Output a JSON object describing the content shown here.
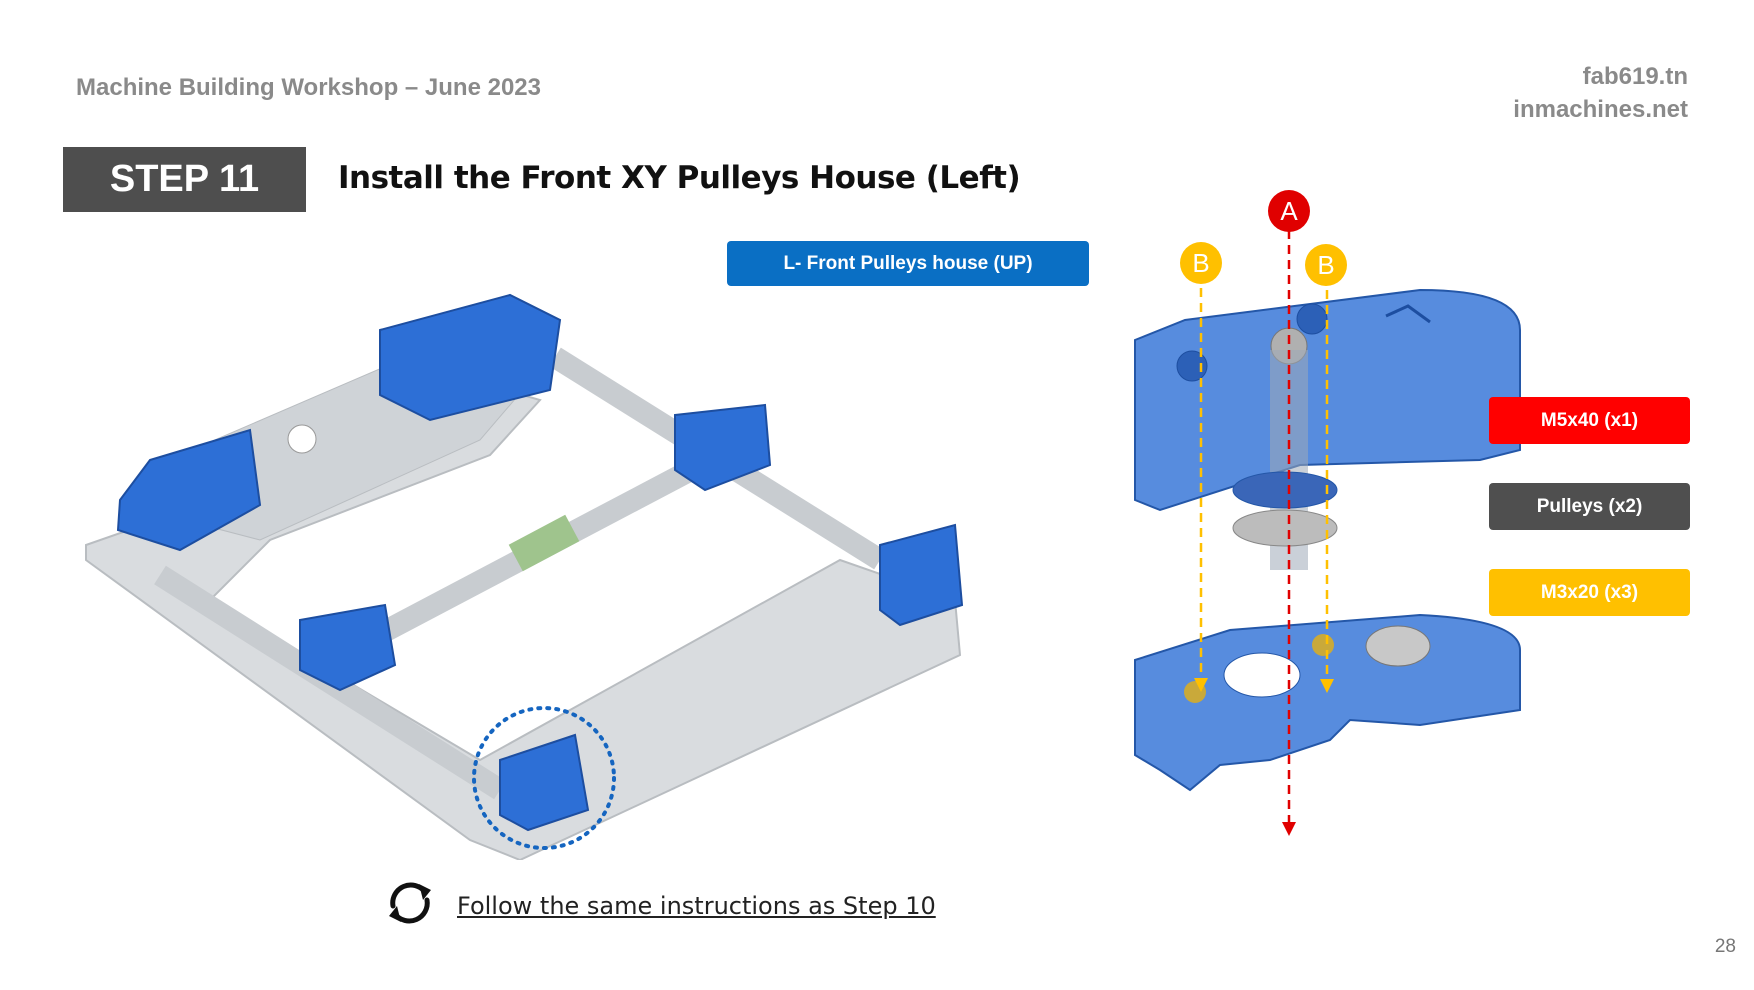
{
  "header": {
    "workshop_title": "Machine Building Workshop – June 2023",
    "site_line1": "fab619.tn",
    "site_line2": "inmachines.net"
  },
  "step": {
    "label": "STEP 11",
    "title": "Install the Front XY Pulleys House (Left)"
  },
  "diagram": {
    "part_label": "L- Front Pulleys house (UP)",
    "markers": {
      "a": "A",
      "b": "B"
    },
    "legend": [
      {
        "text": "M5x40 (x1)",
        "color": "#ff0000"
      },
      {
        "text": "Pulleys (x2)",
        "color": "#4f4f4f"
      },
      {
        "text": "M3x20 (x3)",
        "color": "#ffc000"
      }
    ],
    "colors": {
      "part_blue": "#2d6fd6",
      "frame_grey": "#d9dcdf",
      "arrow_red": "#e00000",
      "arrow_yellow": "#ffc000"
    }
  },
  "footer": {
    "follow_text": "Follow the same instructions as Step 10",
    "refresh_icon": "refresh-icon",
    "page_number": "28"
  }
}
